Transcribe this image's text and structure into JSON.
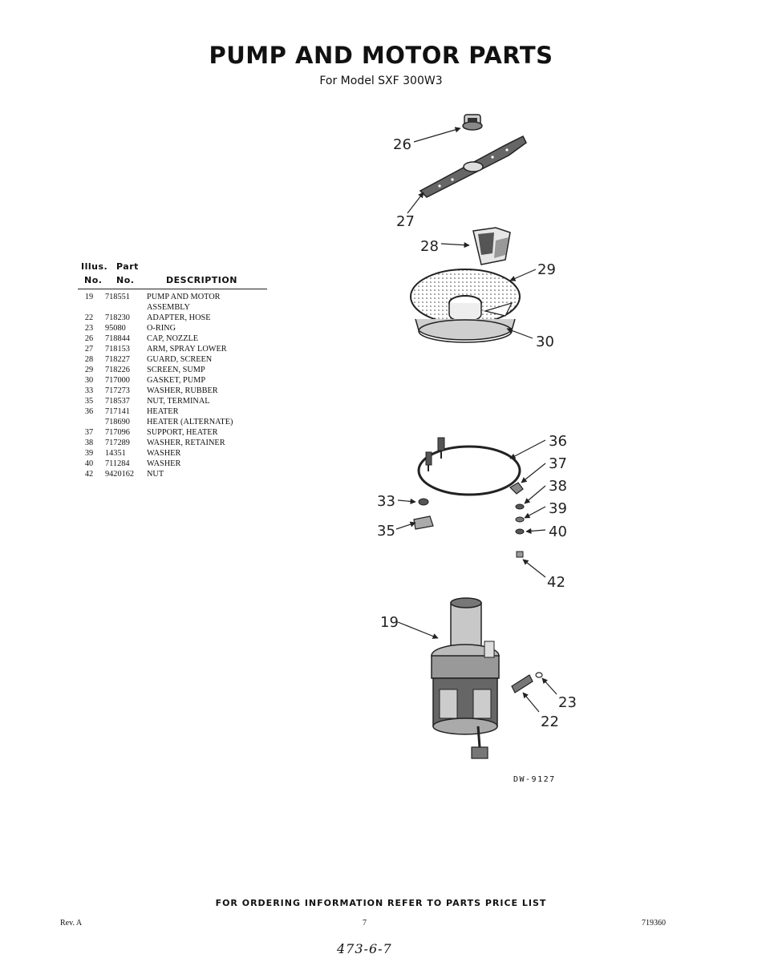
{
  "header": {
    "title": "PUMP AND MOTOR PARTS",
    "subtitle": "For Model SXF 300W3"
  },
  "table": {
    "col_illus": "Illus.",
    "col_no": "No.",
    "col_part": "Part",
    "col_part_no": "No.",
    "col_description": "DESCRIPTION",
    "rows": [
      {
        "illus": "19",
        "part": "718551",
        "description": "PUMP AND MOTOR"
      },
      {
        "illus": "",
        "part": "",
        "description": "ASSEMBLY"
      },
      {
        "illus": "22",
        "part": "718230",
        "description": "ADAPTER, HOSE"
      },
      {
        "illus": "23",
        "part": "95080",
        "description": "O-RING"
      },
      {
        "illus": "26",
        "part": "718844",
        "description": "CAP, NOZZLE"
      },
      {
        "illus": "27",
        "part": "718153",
        "description": "ARM, SPRAY LOWER"
      },
      {
        "illus": "28",
        "part": "718227",
        "description": "GUARD, SCREEN"
      },
      {
        "illus": "29",
        "part": "718226",
        "description": "SCREEN, SUMP"
      },
      {
        "illus": "30",
        "part": "717000",
        "description": "GASKET, PUMP"
      },
      {
        "illus": "33",
        "part": "717273",
        "description": "WASHER, RUBBER"
      },
      {
        "illus": "35",
        "part": "718537",
        "description": "NUT, TERMINAL"
      },
      {
        "illus": "36",
        "part": "717141",
        "description": "HEATER"
      },
      {
        "illus": "",
        "part": "718690",
        "description": "HEATER (ALTERNATE)"
      },
      {
        "illus": "37",
        "part": "717096",
        "description": "SUPPORT, HEATER"
      },
      {
        "illus": "38",
        "part": "717289",
        "description": "WASHER, RETAINER"
      },
      {
        "illus": "39",
        "part": "14351",
        "description": "WASHER"
      },
      {
        "illus": "40",
        "part": "711284",
        "description": "WASHER"
      },
      {
        "illus": "42",
        "part": "9420162",
        "description": "NUT"
      }
    ]
  },
  "diagram": {
    "callouts": [
      "26",
      "27",
      "28",
      "29",
      "30",
      "36",
      "37",
      "38",
      "33",
      "39",
      "35",
      "40",
      "42",
      "19",
      "23",
      "22"
    ],
    "drawing_number": "DW-9127"
  },
  "footer": {
    "ordering_note": "FOR ORDERING INFORMATION REFER TO PARTS PRICE LIST",
    "revision": "Rev. A",
    "page_number": "7",
    "document_number": "719360",
    "handwritten_code": "473-6-7"
  }
}
